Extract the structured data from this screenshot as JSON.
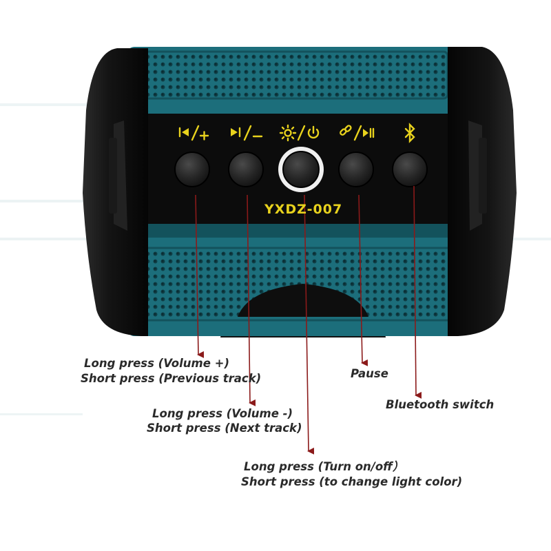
{
  "device": {
    "model": "YXDZ-007",
    "colors": {
      "teal": "#1c6e7b",
      "teal_dark": "#13525c",
      "body_black": "#111111",
      "icon_yellow": "#e8d21d",
      "arrow_red": "#8b1a1a"
    }
  },
  "buttons": [
    {
      "id": "prev-volup",
      "icons": [
        "previous-track-icon",
        "plus-icon"
      ]
    },
    {
      "id": "next-voldown",
      "icons": [
        "next-track-icon",
        "minus-icon"
      ]
    },
    {
      "id": "light-power",
      "icons": [
        "sun-icon",
        "power-icon"
      ]
    },
    {
      "id": "mode-play",
      "icons": [
        "link-icon",
        "play-pause-icon"
      ]
    },
    {
      "id": "bluetooth",
      "icons": [
        "bluetooth-icon"
      ]
    }
  ],
  "callouts": {
    "prev_line1": "Long press (Volume +)",
    "prev_line2": "Short press (Previous track)",
    "next_line1": "Long press (Volume -)",
    "next_line2": "Short press (Next track)",
    "power_line1": "Long press (Turn on/off）",
    "power_line2": "Short press (to change light color)",
    "pause": "Pause",
    "bluetooth": "Bluetooth switch"
  }
}
